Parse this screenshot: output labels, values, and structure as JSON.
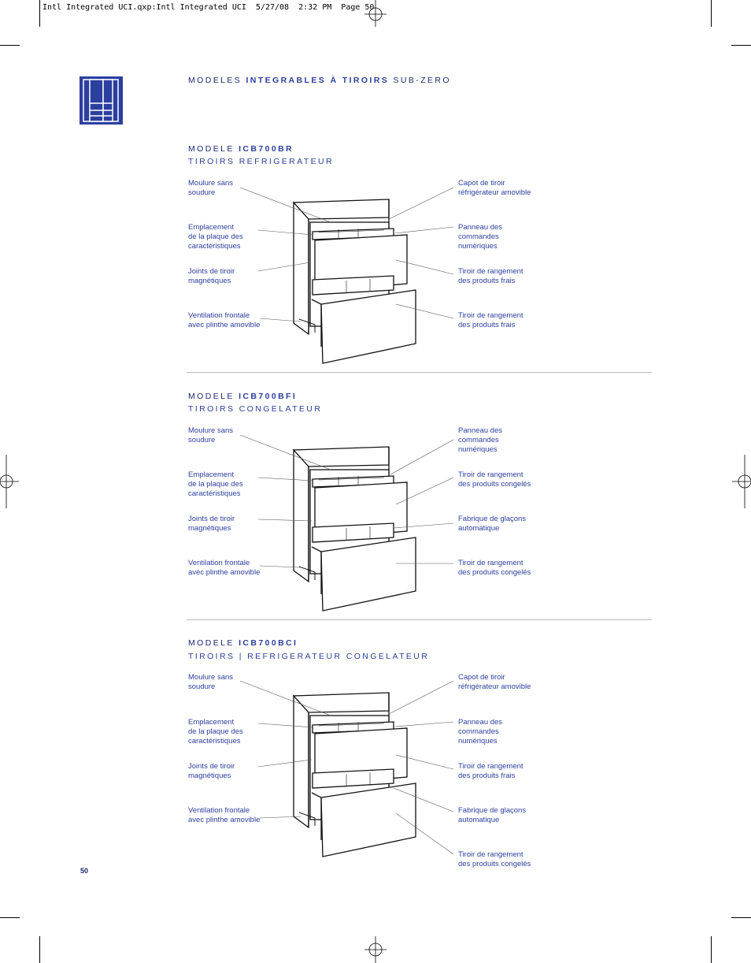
{
  "slug": "Intl Integrated UCI.qxp:Intl Integrated UCI  5/27/08  2:32 PM  Page 50",
  "header": {
    "prefix": "MODELES",
    "highlight": "INTEGRABLES À TIROIRS",
    "suffix": "SUB-ZERO"
  },
  "sections": [
    {
      "model_prefix": "MODELE",
      "model_code": "ICB700BR",
      "subtitle": "TIROIRS REFRIGERATEUR",
      "left_labels": [
        "Moulure sans\nsoudure",
        "Emplacement\nde la plaque des\ncaractéristiques",
        "Joints de tiroir\nmagnétiques",
        "Ventilation frontale\navec plinthe amovible"
      ],
      "right_labels": [
        "Capot de tiroir\nréfrigérateur amovible",
        "Panneau des\ncommandes\nnumériques",
        "Tiroir de rangement\ndes produits frais",
        "Tiroir de rangement\ndes produits frais"
      ]
    },
    {
      "model_prefix": "MODELE",
      "model_code": "ICB700BFI",
      "subtitle": "TIROIRS CONGELATEUR",
      "left_labels": [
        "Moulure sans\nsoudure",
        "Emplacement\nde la plaque des\ncaractéristiques",
        "Joints de tiroir\nmagnétiques",
        "Ventilation frontale\navec plinthe amovible"
      ],
      "right_labels": [
        "Panneau des\ncommandes\nnumériques",
        "Tiroir de rangement\ndes produits congelés",
        "Fabrique de glaçons\nautomatique",
        "Tiroir de rangement\ndes produits congelés"
      ]
    },
    {
      "model_prefix": "MODELE",
      "model_code": "ICB700BCI",
      "subtitle": "TIROIRS | REFRIGERATEUR CONGELATEUR",
      "left_labels": [
        "Moulure sans\nsoudure",
        "Emplacement\nde la plaque des\ncaractéristiques",
        "Joints de tiroir\nmagnétiques",
        "Ventilation frontale\navec plinthe amovible"
      ],
      "right_labels": [
        "Capot de tiroir\nréfrigérateur amovible",
        "Panneau des\ncommandes\nnumériques",
        "Tiroir de rangement\ndes produits frais",
        "Fabrique de glaçons\nautomatique",
        "Tiroir de rangement\ndes produits congelés"
      ]
    }
  ],
  "page_number": "50",
  "colors": {
    "accent": "#2b3f9e",
    "text": "#1b2a6e",
    "rule": "#bbbbbb"
  },
  "icons": [
    "appliance-logo-icon",
    "registration-mark-icon"
  ]
}
